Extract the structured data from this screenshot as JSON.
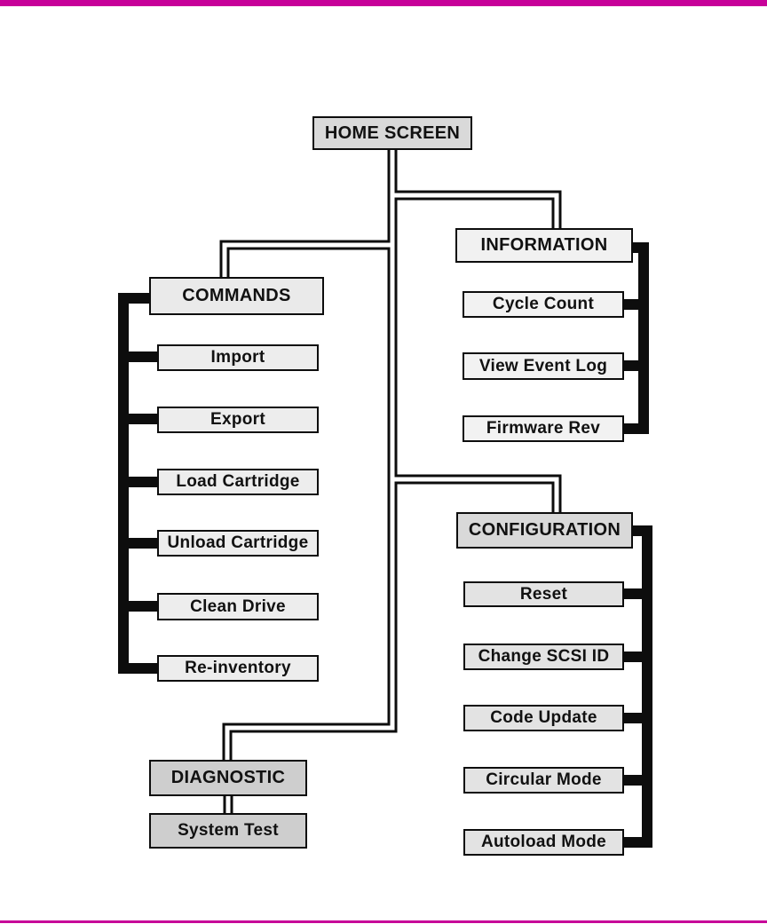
{
  "page": {
    "accent_color": "#c70199",
    "line_color": "#0d0d0d",
    "figure": "menu-tree"
  },
  "tree": {
    "root": {
      "label": "HOME SCREEN"
    },
    "groups": [
      {
        "label": "COMMANDS",
        "children": [
          "Import",
          "Export",
          "Load Cartridge",
          "Unload Cartridge",
          "Clean Drive",
          "Re-inventory"
        ]
      },
      {
        "label": "INFORMATION",
        "children": [
          "Cycle Count",
          "View Event Log",
          "Firmware Rev"
        ]
      },
      {
        "label": "CONFIGURATION",
        "children": [
          "Reset",
          "Change SCSI ID",
          "Code Update",
          "Circular Mode",
          "Autoload Mode"
        ]
      },
      {
        "label": "DIAGNOSTIC",
        "children": [
          "System Test"
        ]
      }
    ]
  }
}
